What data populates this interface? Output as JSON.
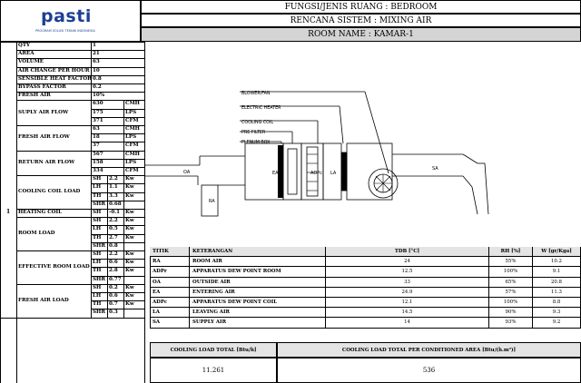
{
  "logo": {
    "name": "pasti",
    "subtitle": "PROGRAM SOLUSI TEKNIK INDONESIA"
  },
  "header": {
    "line1": "FUNGSI/JENIS RUANG : BEDROOM",
    "line2": "RENCANA SISTEM : MIXING AIR",
    "line3": "ROOM NAME : KAMAR-1"
  },
  "row_index": "1",
  "params": {
    "qty": {
      "label": "QTY",
      "value": "1"
    },
    "area": {
      "label": "AREA",
      "value": "21"
    },
    "volume": {
      "label": "VOLUME",
      "value": "63"
    },
    "ach": {
      "label": "AIR CHANGE PER HOUR",
      "value": "10"
    },
    "shf": {
      "label": "SENSIBLE HEAT FACTOR",
      "value": "0.8"
    },
    "bypass": {
      "label": "BYPASS FACTOR",
      "value": "0.2"
    },
    "fresh": {
      "label": "FRESH AIR",
      "value": "10%"
    }
  },
  "flows": {
    "supply": {
      "label": "SUPLY AIR FLOW",
      "rows": [
        [
          "630",
          "CMH"
        ],
        [
          "175",
          "LPS"
        ],
        [
          "371",
          "CFM"
        ]
      ]
    },
    "fresh": {
      "label": "FRESH AIR FLOW",
      "rows": [
        [
          "63",
          "CMH"
        ],
        [
          "18",
          "LPS"
        ],
        [
          "37",
          "CFM"
        ]
      ]
    },
    "return": {
      "label": "RETURN AIR FLOW",
      "rows": [
        [
          "567",
          "CMH"
        ],
        [
          "158",
          "LPS"
        ],
        [
          "334",
          "CFM"
        ]
      ]
    }
  },
  "loads": {
    "cooling_coil": {
      "label": "COOLING COIL LOAD",
      "rows": [
        [
          "SH",
          "2.2",
          "Kw"
        ],
        [
          "LH",
          "1.1",
          "Kw"
        ],
        [
          "TH",
          "3.3",
          "Kw"
        ],
        [
          "SHR",
          "0.68",
          ""
        ]
      ]
    },
    "heating_coil": {
      "label": "HEATING COIL",
      "rows": [
        [
          "SH",
          "-0.1",
          "Kw"
        ]
      ]
    },
    "room": {
      "label": "ROOM LOAD",
      "rows": [
        [
          "SH",
          "2.2",
          "Kw"
        ],
        [
          "LH",
          "0.5",
          "Kw"
        ],
        [
          "TH",
          "2.7",
          "Kw"
        ],
        [
          "SHR",
          "0.8",
          ""
        ]
      ]
    },
    "effective": {
      "label": "EFFECTIVE ROOM LOAD",
      "rows": [
        [
          "SH",
          "2.2",
          "Kw"
        ],
        [
          "LH",
          "0.6",
          "Kw"
        ],
        [
          "TH",
          "2.8",
          "Kw"
        ],
        [
          "SHR",
          "0.77",
          ""
        ]
      ]
    },
    "fresh_air": {
      "label": "FRESH AIR LOAD",
      "rows": [
        [
          "SH",
          "0.2",
          "Kw"
        ],
        [
          "LH",
          "0.6",
          "Kw"
        ],
        [
          "TH",
          "0.7",
          "Kw"
        ],
        [
          "SHR",
          "0.3",
          ""
        ]
      ]
    }
  },
  "diagram": {
    "labels": {
      "blower": "BLOWER/FAN",
      "heater": "ELECTRIC HEATER",
      "coil": "COOLING COIL",
      "prefilter": "PRE FILTER",
      "plenum": "PLENUM BOX",
      "oa": "OA",
      "ra": "RA",
      "ea": "EA",
      "adpc": "ADPc",
      "la": "LA",
      "sa": "SA"
    }
  },
  "points_table": {
    "headers": [
      "TITIK",
      "KETERANGAN",
      "TDB [°C]",
      "RH [%]",
      "W [gr/Kga]"
    ],
    "rows": [
      [
        "RA",
        "ROOM AIR",
        "24",
        "55%",
        "10.2"
      ],
      [
        "ADPr",
        "APPARATUS DEW POINT ROOM",
        "12.5",
        "100%",
        "9.1"
      ],
      [
        "OA",
        "OUTSIDE AIR",
        "33",
        "65%",
        "20.8"
      ],
      [
        "EA",
        "ENTERING AIR",
        "24.9",
        "57%",
        "11.3"
      ],
      [
        "ADPc",
        "APPARATUS DEW POINT COIL",
        "12.1",
        "100%",
        "8.8"
      ],
      [
        "LA",
        "LEAVING AIR",
        "14.5",
        "90%",
        "9.3"
      ],
      [
        "SA",
        "SUPPLY AIR",
        "14",
        "93%",
        "9.2"
      ]
    ]
  },
  "totals": {
    "cooling_label": "COOLING LOAD TOTAL [Btu/h]",
    "cooling_value": "11.261",
    "per_area_label": "COOLING LOAD TOTAL PER CONDITIONED AREA [Btu/(h.m²)]",
    "per_area_value": "536"
  }
}
